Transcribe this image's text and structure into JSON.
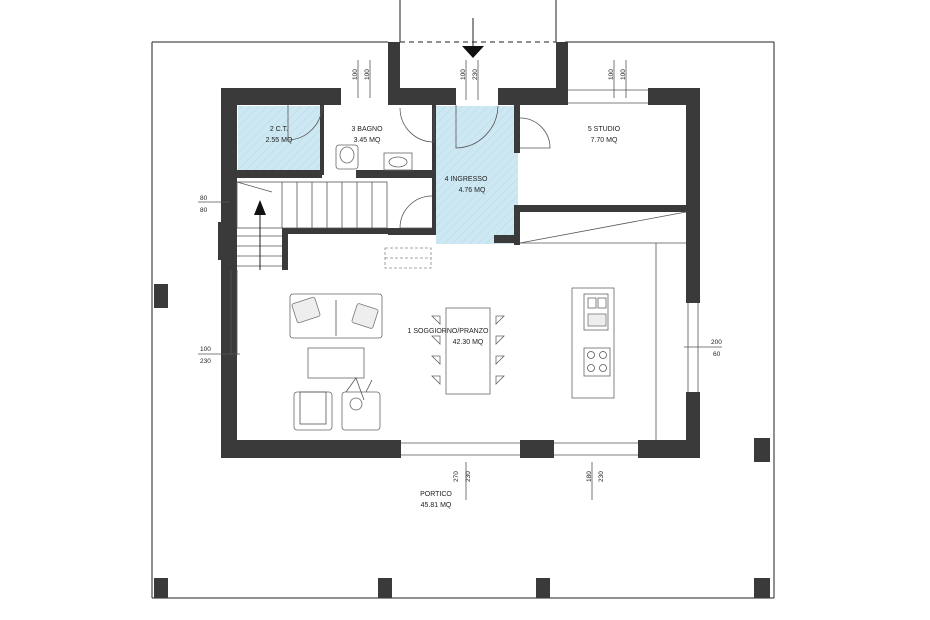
{
  "rooms": {
    "ct": {
      "name": "2 C.T.",
      "area": "2.55 MQ"
    },
    "bagno": {
      "name": "3 BAGNO",
      "area": "3.45 MQ"
    },
    "studio": {
      "name": "5 STUDIO",
      "area": "7.70 MQ"
    },
    "ingresso": {
      "name": "4 INGRESSO",
      "area": "4.76 MQ"
    },
    "soggiorno": {
      "name": "1 SOGGIORNO/PRANZO",
      "area": "42.30 MQ"
    },
    "portico": {
      "name": "PORTICO",
      "area": "45.81 MQ"
    }
  },
  "dimensions": {
    "top_left_a": "100",
    "top_left_b": "100",
    "top_mid_a": "100",
    "top_mid_b": "230",
    "top_right_a": "100",
    "top_right_b": "100",
    "left_upper_a": "80",
    "left_upper_b": "80",
    "left_lower_a": "100",
    "left_lower_b": "230",
    "right_a": "200",
    "right_b": "60",
    "bottom_left_a": "270",
    "bottom_left_b": "230",
    "bottom_right_a": "180",
    "bottom_right_b": "230"
  },
  "colors": {
    "wall": "#3a3a3a",
    "wet_area": "#cde8f2"
  }
}
